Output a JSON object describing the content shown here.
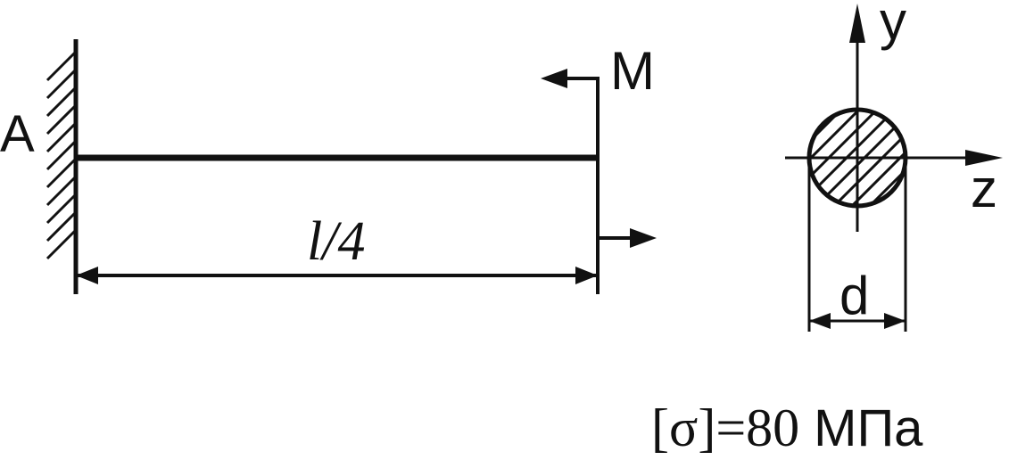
{
  "beam": {
    "support_label": "A",
    "moment_label": "M",
    "length_label_italic": "l",
    "length_label_rest": "/4"
  },
  "section": {
    "y_axis_label": "y",
    "z_axis_label": "z",
    "diameter_label": "d"
  },
  "allowable_stress": {
    "symbol": "[σ]",
    "equals": "=",
    "value": "80",
    "unit": "МПа"
  },
  "colors": {
    "ink": "#111111",
    "background": "#ffffff"
  }
}
